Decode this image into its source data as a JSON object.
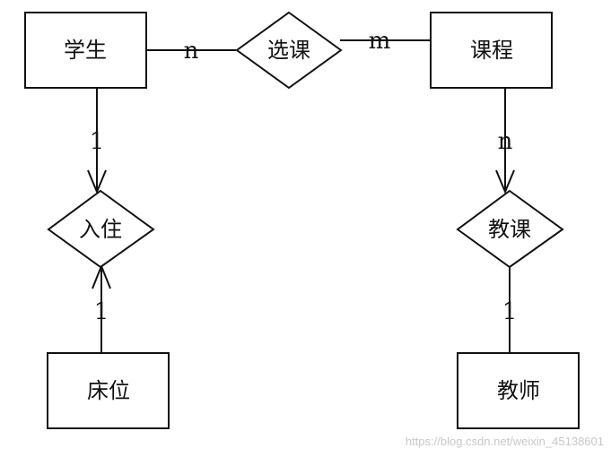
{
  "entities": {
    "student": "学生",
    "course": "课程",
    "bed": "床位",
    "teacher": "教师"
  },
  "relationships": {
    "select_course": "选课",
    "live_in": "入住",
    "teach": "教课"
  },
  "cardinalities": {
    "student_select": "n",
    "course_select": "m",
    "student_live": "1",
    "bed_live": "1",
    "course_teach": "n",
    "teacher_teach": "1"
  },
  "watermark": "https://blog.csdn.net/weixin_45138601"
}
